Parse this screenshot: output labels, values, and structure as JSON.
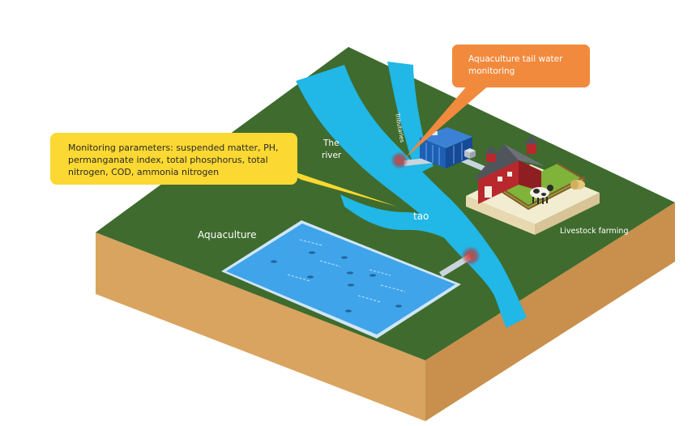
{
  "labels": {
    "monitoring_parameters": [
      "Monitoring parameters: suspended matter, PH,",
      "permanganate index, total phosphorus, total",
      "nitrogen, COD, ammonia nitrogen"
    ],
    "tail_water": [
      "Aquaculture tail water",
      "monitoring"
    ],
    "river": [
      "The",
      "river"
    ],
    "tributaries": "Tributaries",
    "tao": "tao",
    "aquaculture": "Aquaculture",
    "livestock": "Livestock farming"
  },
  "colors": {
    "grass": "#3f6b2e",
    "soil_front": "#d9a45f",
    "soil_side": "#c98f4c",
    "river": "#21b7e6",
    "pond": "#3fa4ea",
    "callout_yellow": "#fbd832",
    "callout_orange": "#f28a3d",
    "barn_red": "#b8282d"
  },
  "icons": [
    "monitoring-point-icon",
    "building-icon",
    "barn-icon",
    "cow-icon"
  ]
}
